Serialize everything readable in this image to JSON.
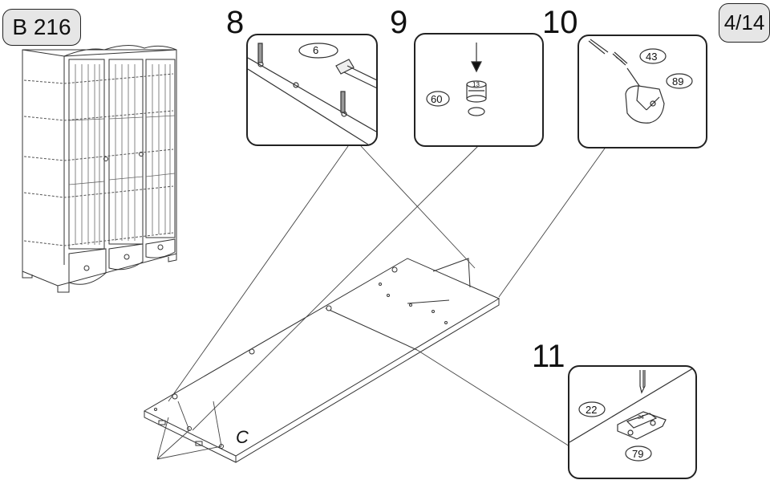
{
  "header": {
    "model": "B 216",
    "page": "4/14"
  },
  "steps": [
    {
      "number": "8",
      "parts": [
        "6"
      ]
    },
    {
      "number": "9",
      "parts": [
        "60"
      ],
      "engraving": "13"
    },
    {
      "number": "10",
      "parts": [
        "43",
        "89"
      ]
    },
    {
      "number": "11",
      "parts": [
        "22",
        "79"
      ],
      "engraving": "34"
    }
  ],
  "board_label": "C"
}
